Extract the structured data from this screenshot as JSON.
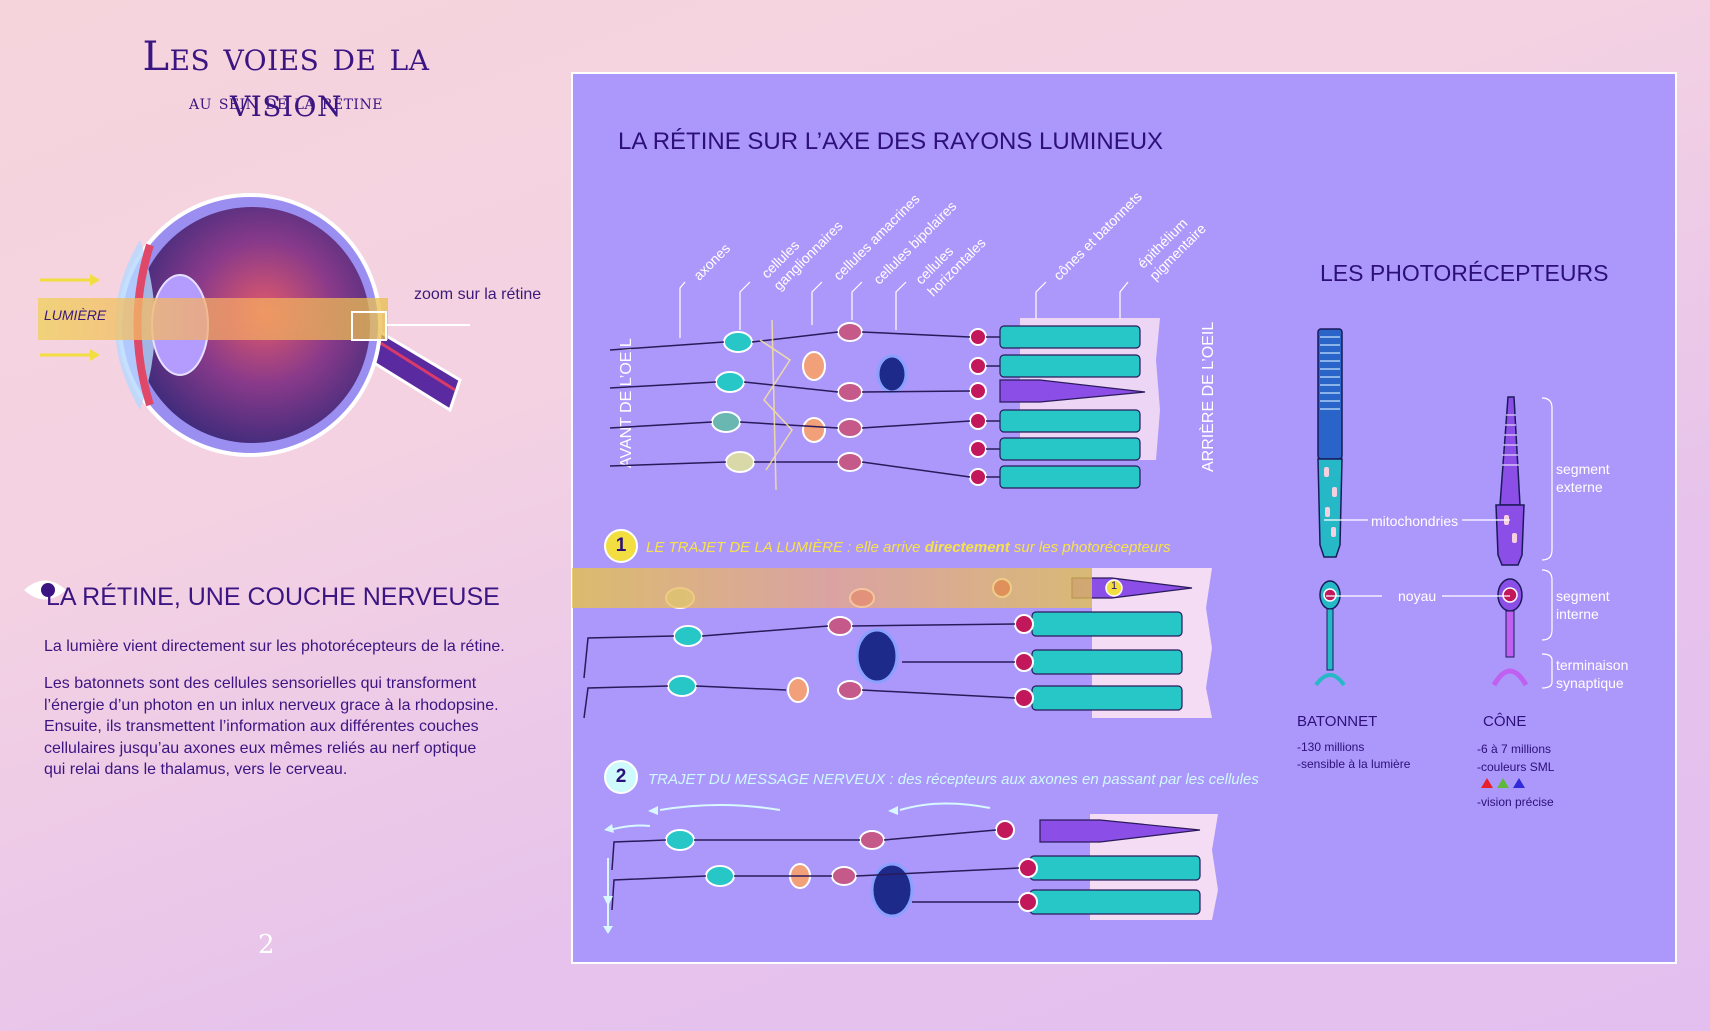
{
  "header": {
    "title": "Les voies de la vision",
    "subtitle": "au sein de la rétine"
  },
  "eye": {
    "light_label": "LUMIÈRE",
    "zoom_label": "zoom sur la rétine"
  },
  "left_text": {
    "section_title": "LA RÉTINE, UNE COUCHE NERVEUSE",
    "intro": "La lumière vient directement sur les photorécepteurs de la rétine.",
    "body": "Les batonnets sont des cellules sensorielles qui transforment\nl’énergie d’un photon en un inlux nerveux grace à la rhodopsine.\nEnsuite, ils transmettent l’information aux différentes couches\ncellulaires jusqu’au axones eux mêmes reliés au nerf optique\nqui relai dans le thalamus, vers le cerveau.",
    "page_number": "2"
  },
  "panel": {
    "title": "LA RÉTINE SUR L’AXE DES RAYONS LUMINEUX",
    "front_label": "AVANT DE L’OEIL",
    "back_label": "ARRIÈRE DE L’OEIL",
    "layer_labels": {
      "axons": "axones",
      "ganglion": "cellules\nganglionnaires",
      "amacrine": "cellules amacrines",
      "bipolar": "cellules bipolaires",
      "horizontal": "cellules\nhorizontales",
      "cones_rods": "cônes et batonnets",
      "epithelium": "épithélium\npigmentaire"
    },
    "step1": {
      "number": "1",
      "text_a": "LE TRAJET DE LA LUMIÈRE : elle arrive ",
      "text_bold": "directement",
      "text_b": " sur les photorécepteurs",
      "marker": "1"
    },
    "step2": {
      "number": "2",
      "text": "TRAJET DU MESSAGE NERVEUX : des récepteurs aux axones en passant par les cellules"
    }
  },
  "photoreceptors": {
    "title": "LES PHOTORÉCEPTEURS",
    "labels": {
      "mitochondria": "mitochondries",
      "nucleus": "noyau",
      "outer": "segment\nexterne",
      "inner": "segment\ninterne",
      "synaptic": "terminaison\nsynaptique"
    },
    "rod": {
      "name": "BATONNET",
      "stats": [
        "-130 millions",
        "-sensible à la lumière"
      ]
    },
    "cone": {
      "name": "CÔNE",
      "stats": [
        "-6 à 7 millions",
        "-couleurs SML",
        "-vision précise"
      ]
    },
    "sml_colors": [
      "#e8202a",
      "#5fb83a",
      "#2f2bd8"
    ]
  },
  "colors": {
    "panel_bg": "#ac98fb",
    "title": "#3b1582",
    "cyan_cell": "#27c6c7",
    "purple_cell": "#8b4ee6",
    "light_beam": "#e6c44c",
    "nucleus": "#c2185b"
  }
}
